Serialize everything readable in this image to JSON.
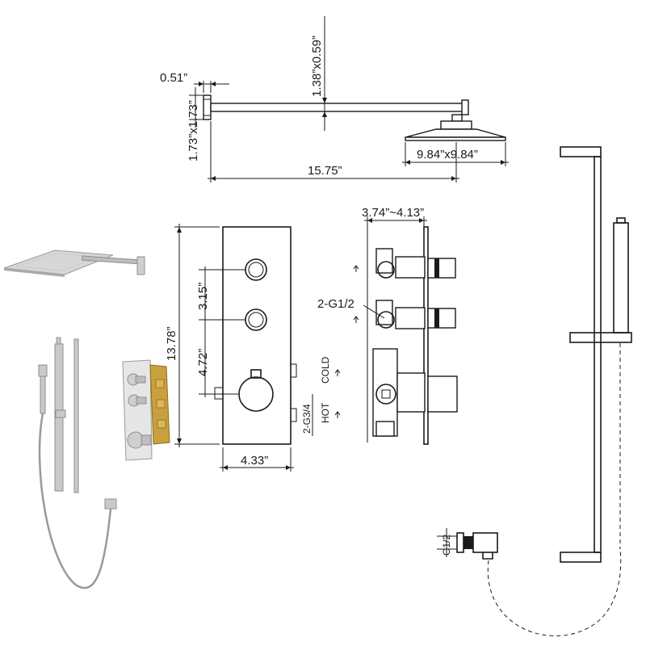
{
  "dimensions": {
    "arm_wall_offset": "0.51”",
    "arm_flange_size": "1.73”x1.73”",
    "arm_section": "1.38”x0.59”",
    "head_size": "9.84”x9.84”",
    "arm_length": "15.75”",
    "valve_depth": "3.74”~4.13”",
    "outlets": "2-G1/2",
    "panel_height": "13.78”",
    "knob_spacing": "3.15”",
    "knob_to_handle": "4.72”",
    "panel_width": "4.33”",
    "inlets": "2-G3/4",
    "hot_label": "HOT",
    "cold_label": "COLD",
    "elbow_thread": "G1/2"
  },
  "colors": {
    "line": "#1a1a1a",
    "metal": "#c9c9c9",
    "brass": "#c8a03c"
  }
}
